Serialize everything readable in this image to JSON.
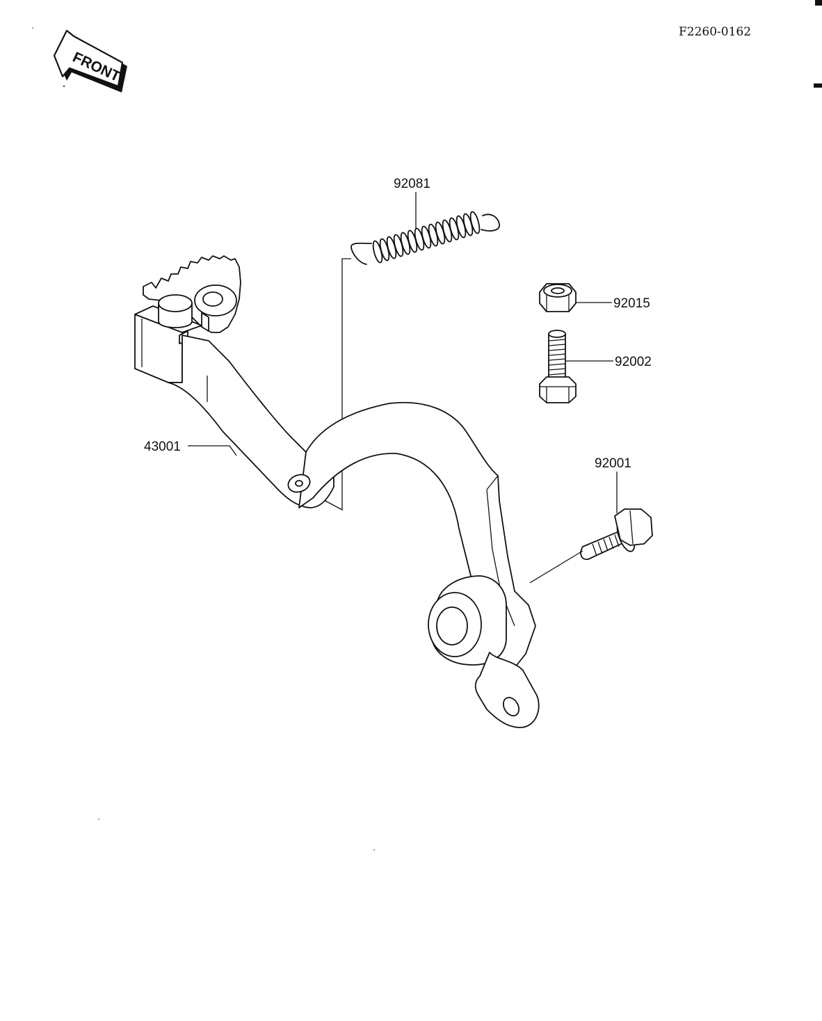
{
  "reference_code": "F2260-0162",
  "front_arrow": {
    "label": "FRONT",
    "icon": "front-direction-arrow-icon"
  },
  "parts": [
    {
      "number": "92081",
      "name": "spring"
    },
    {
      "number": "92015",
      "name": "nut"
    },
    {
      "number": "92002",
      "name": "bolt"
    },
    {
      "number": "43001",
      "name": "brake-pedal"
    },
    {
      "number": "92001",
      "name": "flange-bolt"
    }
  ],
  "colors": {
    "ink": "#111111",
    "paper": "#ffffff"
  }
}
